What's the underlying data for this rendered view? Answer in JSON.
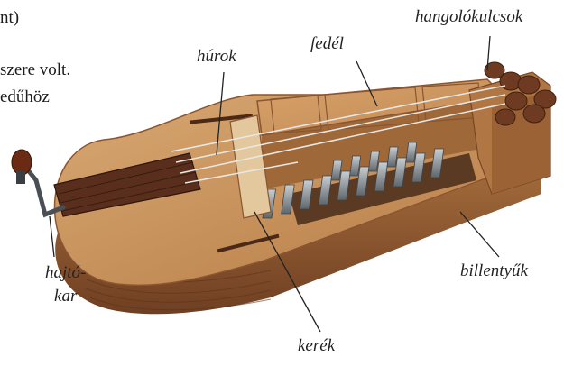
{
  "text_fragments": [
    "nt)",
    "szere volt.",
    "edűhöz"
  ],
  "labels": {
    "tuning_pegs": "hangolókulcsok",
    "cover": "fedél",
    "strings": "húrok",
    "crank": "hajtó-\nkar",
    "keys": "billentyűk",
    "wheel": "kerék"
  },
  "colors": {
    "wood_light": "#c9955f",
    "wood_mid": "#b57a45",
    "wood_dark": "#7a4626",
    "tailpiece": "#5a2e1c",
    "keys": "#8e969c"
  }
}
